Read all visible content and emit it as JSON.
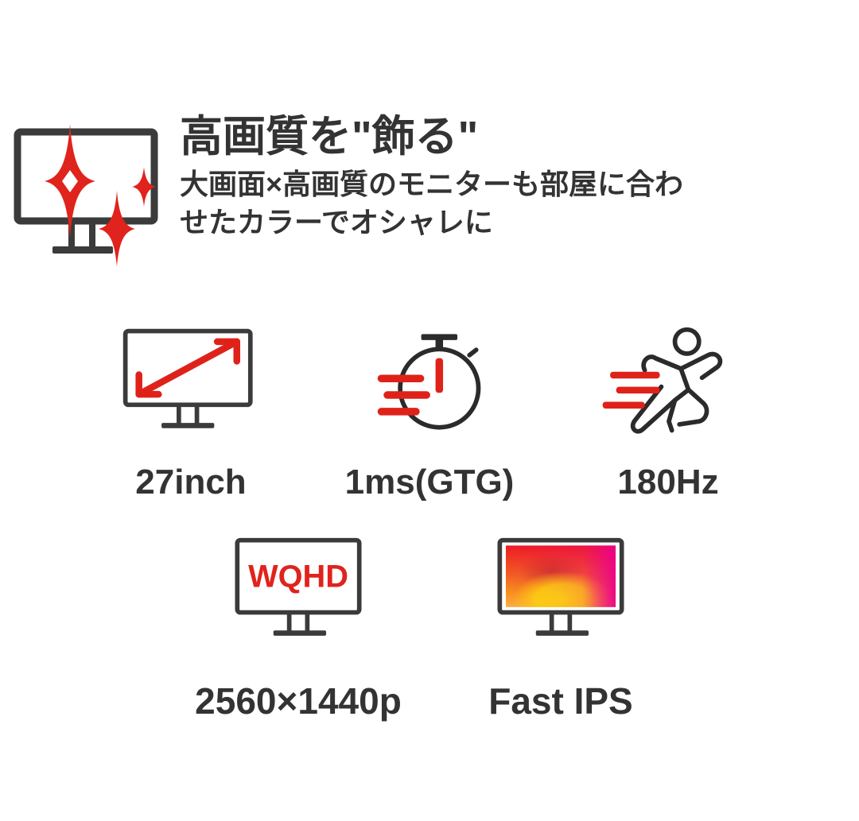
{
  "colors": {
    "accent_red": "#E0231C",
    "text_dark": "#333333",
    "outline_gray": "#3B3B3B",
    "background": "#FFFFFF"
  },
  "header": {
    "icon": "monitor-sparkle-icon",
    "title": "高画質を\"飾る\"",
    "subtitle_line1": "大画面×高画質のモニターも部屋に合わ",
    "subtitle_line2": "せたカラーでオシャレに"
  },
  "features": {
    "row1": [
      {
        "icon": "monitor-diagonal-arrow-icon",
        "label": "27inch"
      },
      {
        "icon": "stopwatch-speed-icon",
        "label": "1ms(GTG)"
      },
      {
        "icon": "running-person-speed-icon",
        "label": "180Hz"
      }
    ],
    "row2": [
      {
        "icon": "monitor-wqhd-icon",
        "icon_text": "WQHD",
        "label": "2560×1440p"
      },
      {
        "icon": "monitor-color-gamut-icon",
        "label": "Fast IPS"
      }
    ]
  }
}
